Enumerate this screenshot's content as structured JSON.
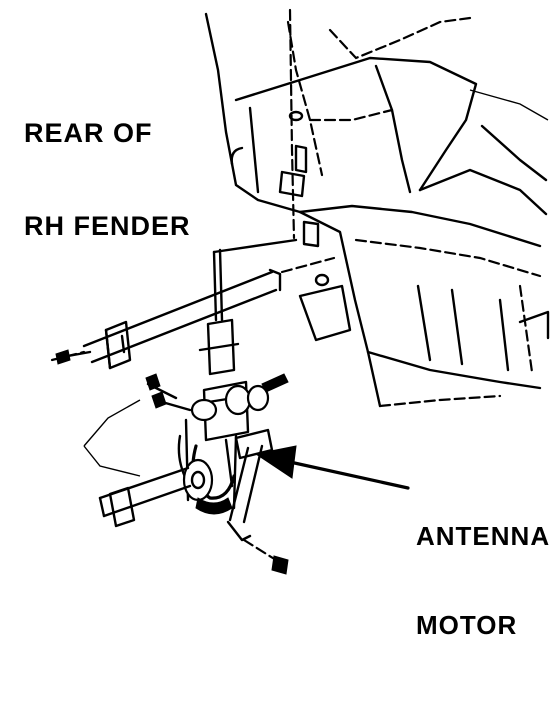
{
  "labels": {
    "fender_line1": "REAR OF",
    "fender_line2": "RH FENDER",
    "motor_line1": "ANTENNA",
    "motor_line2": "MOTOR"
  },
  "colors": {
    "ink": "#000000",
    "paper": "#ffffff"
  }
}
